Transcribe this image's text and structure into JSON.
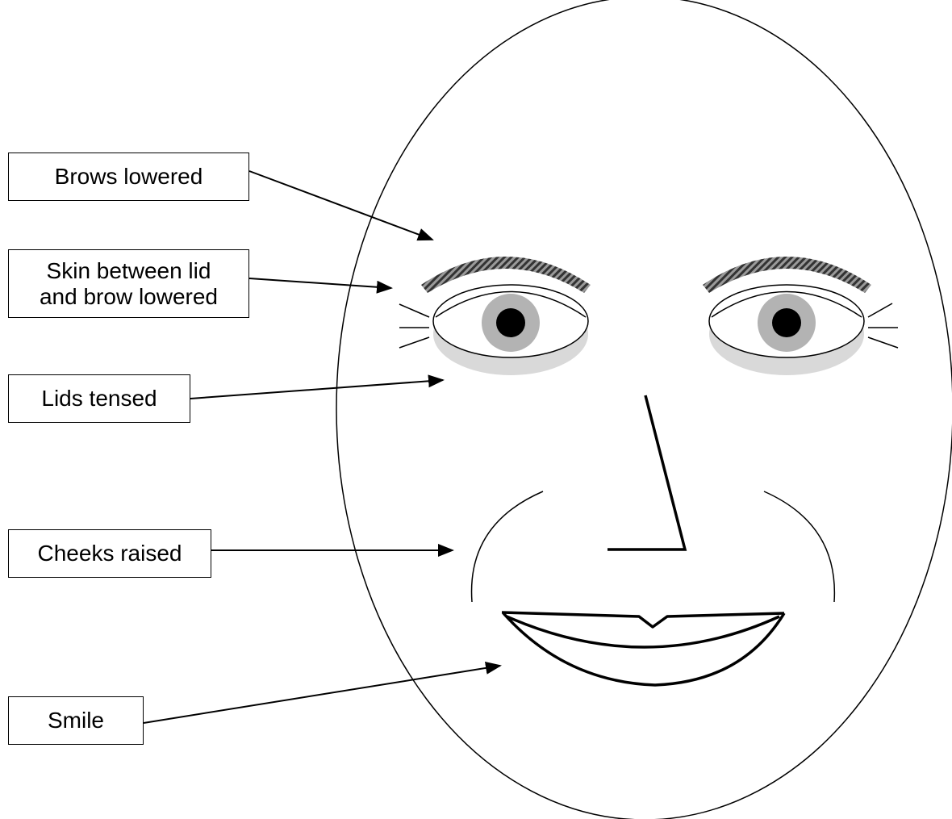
{
  "labels": {
    "brows": "Brows lowered",
    "skin": "Skin between lid\nand brow lowered",
    "lids": "Lids tensed",
    "cheeks": "Cheeks raised",
    "smile": "Smile"
  },
  "icons": [
    "face-outline",
    "eyebrow",
    "eye",
    "iris",
    "pupil",
    "nose",
    "cheek",
    "mouth",
    "arrow"
  ],
  "colors": {
    "line": "#000000",
    "iris": "#b3b3b3",
    "pupil": "#000000",
    "eyelid_shadow": "#d9d9d9",
    "brow_dark": "#333333",
    "brow_light": "#9a9a9a",
    "background": "#ffffff"
  }
}
